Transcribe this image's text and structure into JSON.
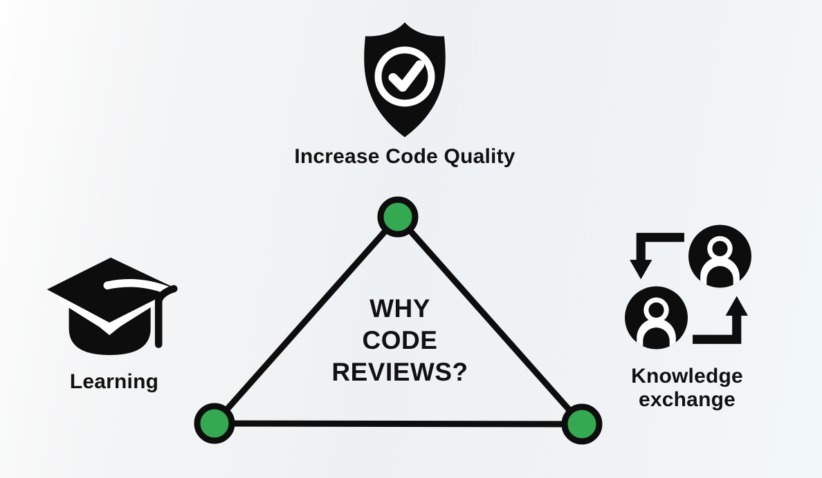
{
  "diagram": {
    "center_title": {
      "lines": [
        "WHY",
        "CODE",
        "REVIEWS?"
      ]
    },
    "nodes": [
      {
        "id": "increase-code-quality",
        "label": "Increase Code Quality",
        "icon": "shield-check-icon",
        "position": "top"
      },
      {
        "id": "learning",
        "label": "Learning",
        "icon": "graduation-cap-icon",
        "position": "bottom-left"
      },
      {
        "id": "knowledge-exchange",
        "label": "Knowledge exchange",
        "icon": "people-arrows-icon",
        "position": "bottom-right"
      }
    ],
    "colors": {
      "vertex_fill": "#35a952",
      "stroke": "#0d0d0d",
      "text": "#111111",
      "background_left": "#fefefe",
      "background_mid": "#eef1f3",
      "background_right": "#f3f8fb"
    }
  }
}
